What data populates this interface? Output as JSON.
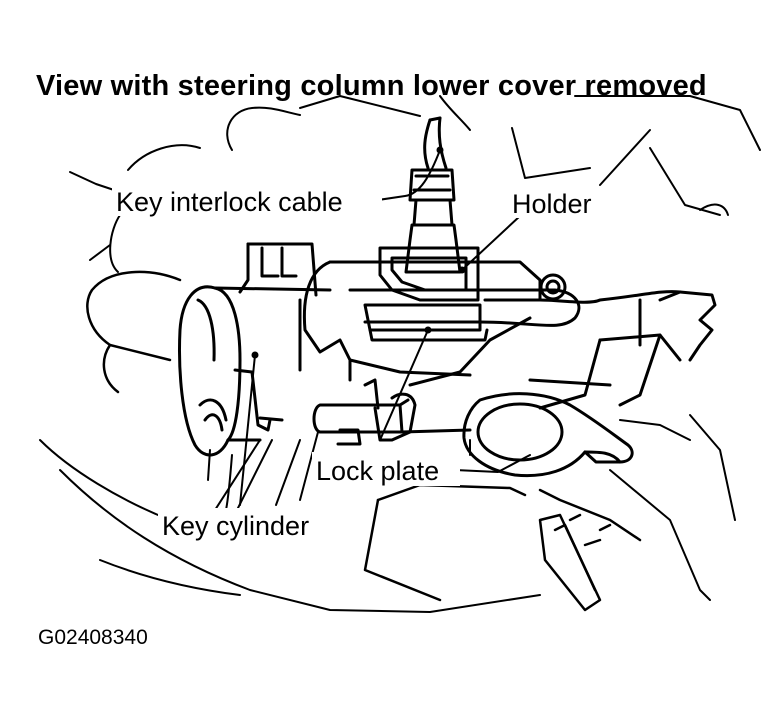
{
  "title": "View with steering column lower cover removed",
  "figure_code": "G02408340",
  "labels": {
    "key_interlock_cable": "Key interlock cable",
    "holder": "Holder",
    "lock_plate": "Lock plate",
    "key_cylinder": "Key cylinder"
  },
  "colors": {
    "ink": "#000000",
    "paper": "#ffffff"
  }
}
